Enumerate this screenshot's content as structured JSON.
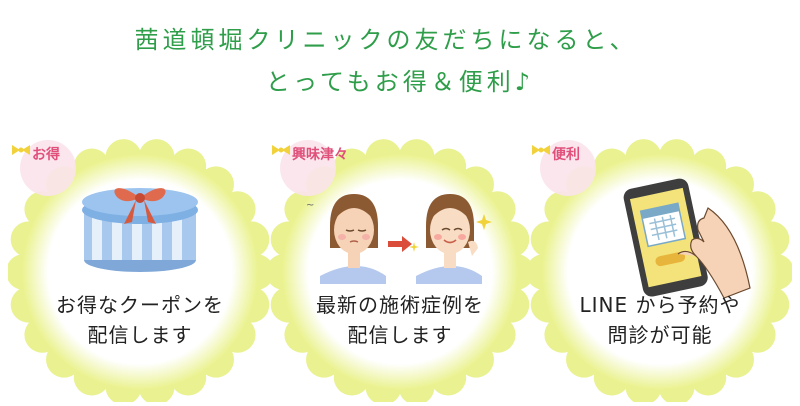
{
  "headline": {
    "line1": "茜道頓堀クリニックの友だちになると、",
    "line2": "とってもお得＆便利♪"
  },
  "colors": {
    "headline_green": "#2f9e4a",
    "circle_yellow": "#eaf28f",
    "circle_inner": "#ffffff",
    "badge_pink": "#e0507a",
    "badge_bg": "#fbe3ec"
  },
  "cards": [
    {
      "badge": "お得",
      "line1": "お得なクーポンを",
      "line2": "配信します",
      "icon": "gift-box-icon"
    },
    {
      "badge": "興味津々",
      "line1": "最新の施術症例を",
      "line2": "配信します",
      "icon": "before-after-face-icon"
    },
    {
      "badge": "便利",
      "line1": "LINE から予約や",
      "line2": "問診が可能",
      "icon": "smartphone-calendar-icon"
    }
  ]
}
